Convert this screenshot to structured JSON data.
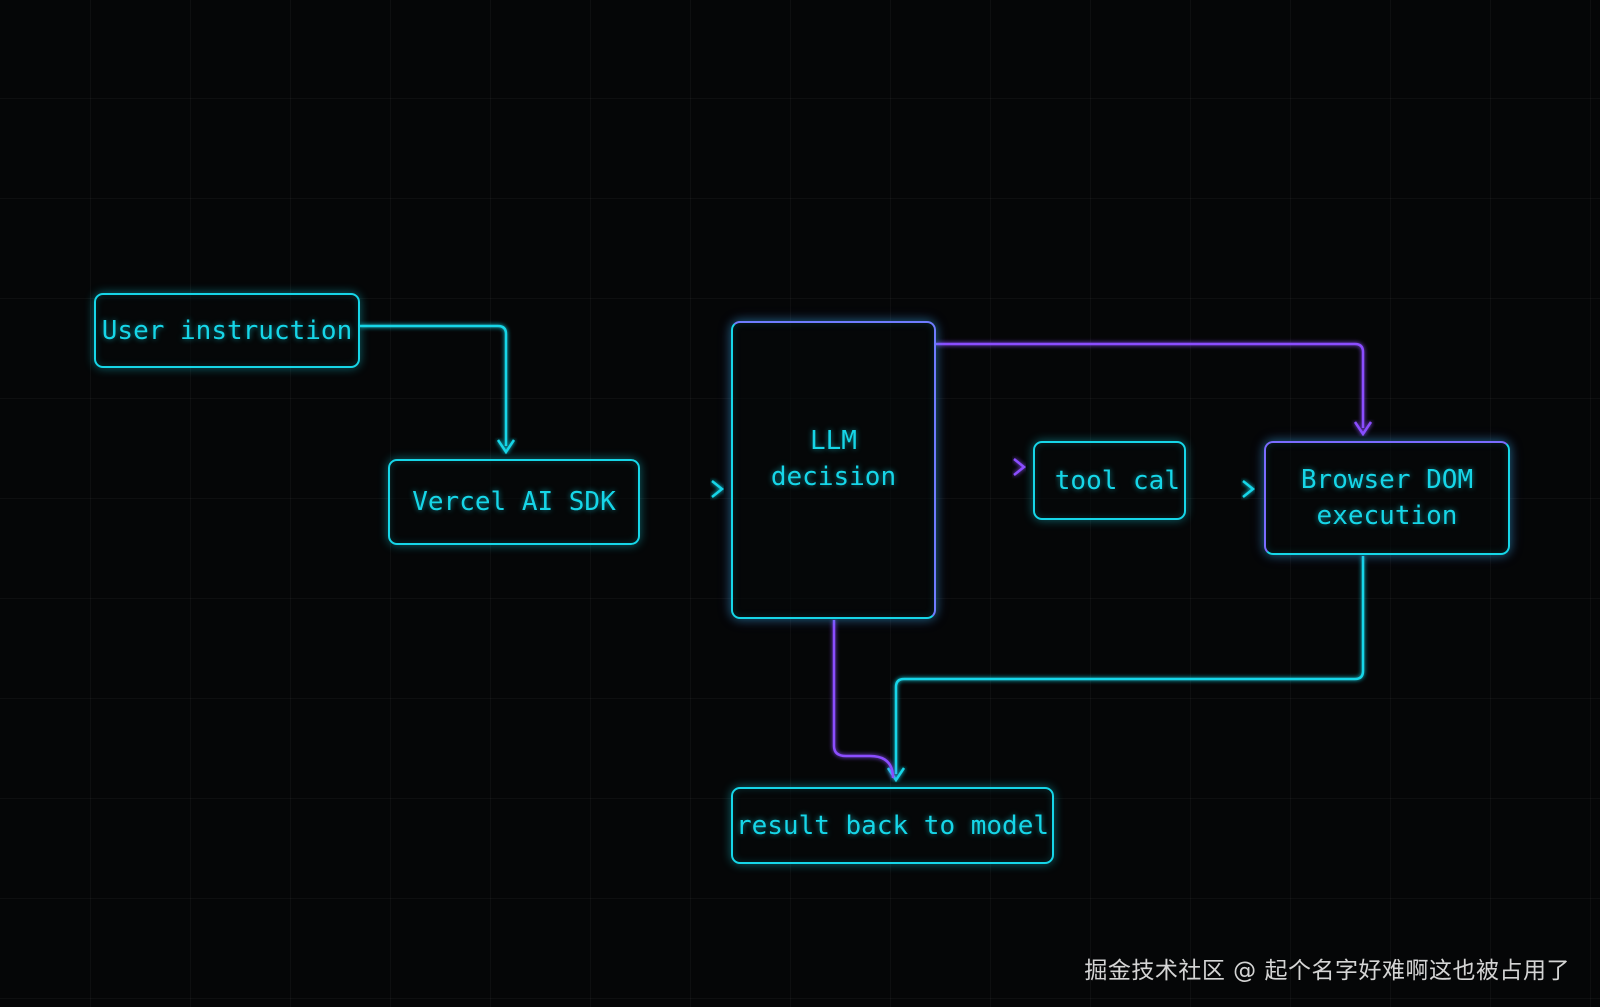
{
  "colors": {
    "cyan": "#16d6e8",
    "purple": "#8b4dff",
    "background": "#050607",
    "watermark": "#e6e6e6"
  },
  "nodes": {
    "user_instruction": "User instruction",
    "vercel_ai_sdk": "Vercel AI SDK",
    "llm_decision": "LLM\ndecision",
    "tool_call": "tool cal",
    "browser_dom_execution": "Browser DOM\nexecution",
    "result_back_to_model": "result back to model"
  },
  "watermark": "掘金技术社区 @ 起个名字好难啊这也被占用了"
}
